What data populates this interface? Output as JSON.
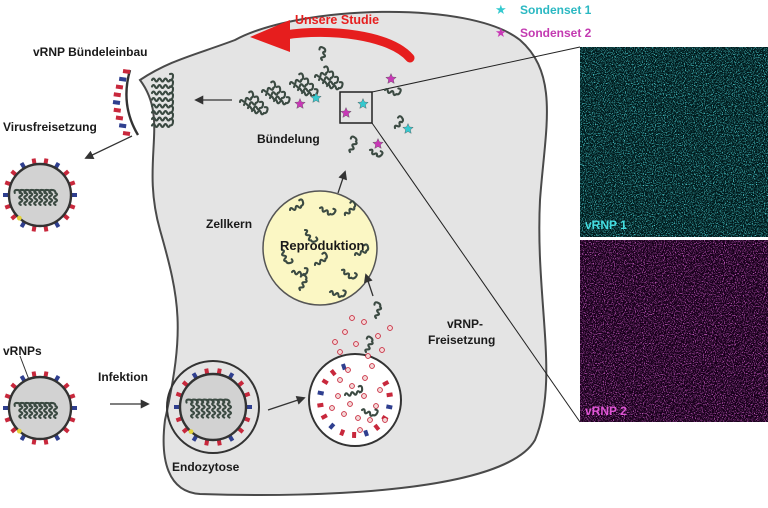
{
  "labels": {
    "study": "Unsere Studie",
    "probe1": "Sondenset 1",
    "probe2": "Sondenset 2",
    "assembly": "vRNP Bündeleinbau",
    "release": "Virusfreisetzung",
    "bundling": "Bündelung",
    "nucleus": "Zellkern",
    "reproduction": "Reproduktion",
    "vrnp_release_line1": "vRNP-",
    "vrnp_release_line2": "Freisetzung",
    "vrnps": "vRNPs",
    "infection": "Infektion",
    "endocytosis": "Endozytose",
    "panel1": "vRNP 1",
    "panel2": "vRNP 2"
  },
  "colors": {
    "cell": "#e4e4e4",
    "nucleus": "#fbf7c4",
    "arrow_red": "#e61e1e",
    "probe1": "#35c9cf",
    "probe2": "#c838b6",
    "vrnp": "#3b4a42",
    "virus_red": "#c8283c",
    "virus_blue": "#2f3f8f",
    "virus_yellow": "#e2d23a"
  }
}
